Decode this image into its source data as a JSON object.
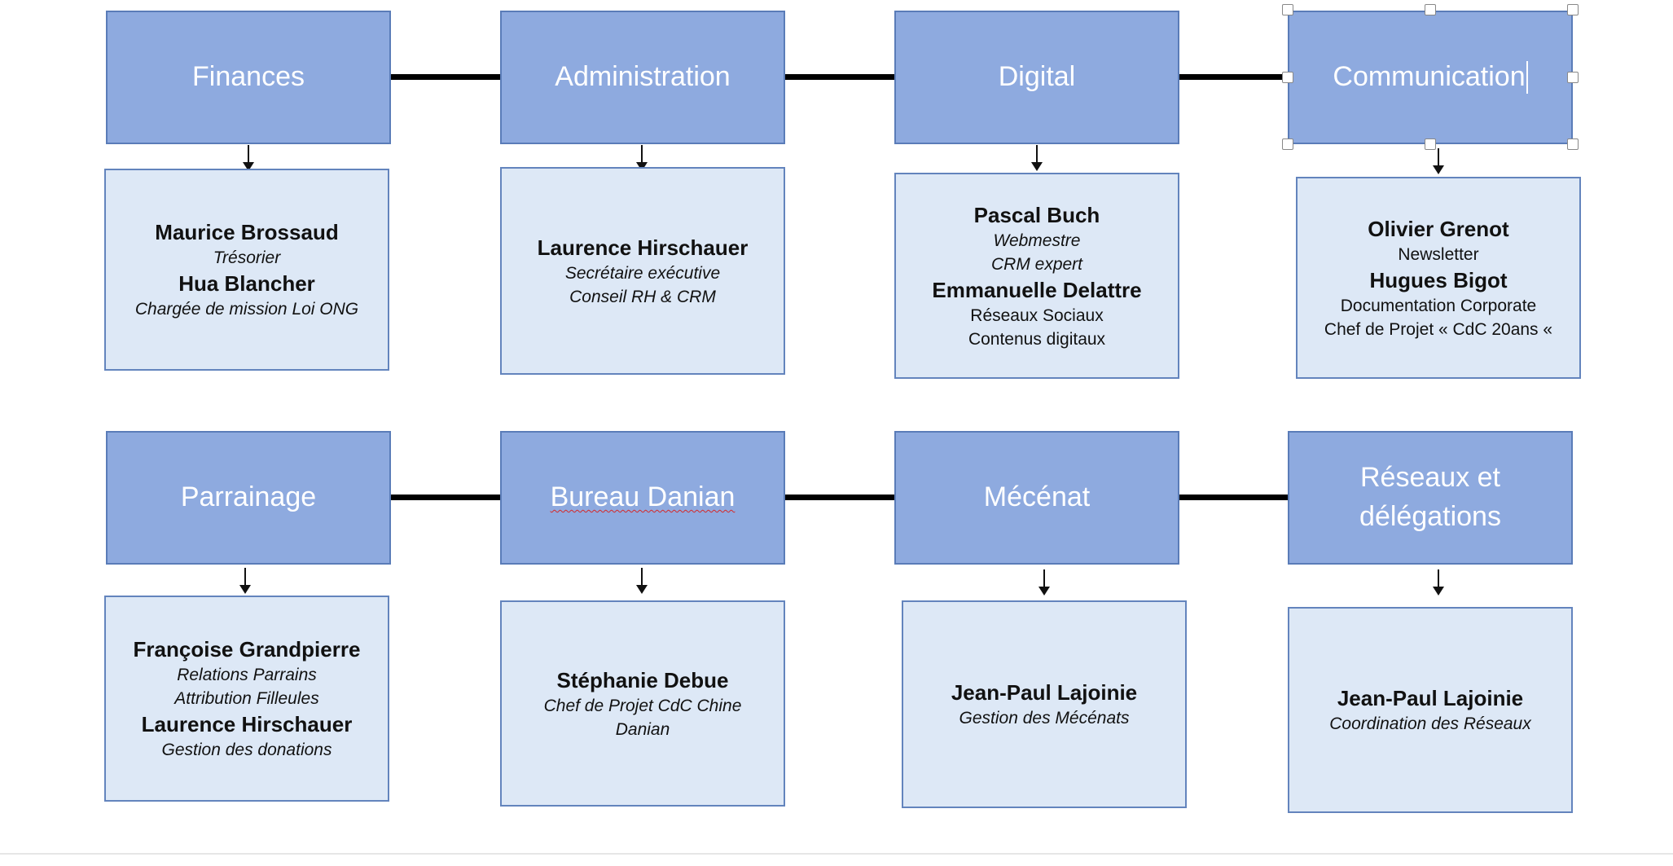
{
  "rows": [
    {
      "departments": [
        {
          "title": "Finances",
          "lines": [
            {
              "text": "Maurice Brossaud",
              "kind": "name"
            },
            {
              "text": "Trésorier",
              "kind": "role-italic"
            },
            {
              "text": "Hua Blancher",
              "kind": "name"
            },
            {
              "text": "Chargée de mission Loi ONG",
              "kind": "role-italic"
            }
          ]
        },
        {
          "title": "Administration",
          "lines": [
            {
              "text": "Laurence Hirschauer",
              "kind": "name"
            },
            {
              "text": "Secrétaire exécutive",
              "kind": "role-italic"
            },
            {
              "text": "Conseil RH & CRM",
              "kind": "role-italic"
            }
          ]
        },
        {
          "title": "Digital",
          "lines": [
            {
              "text": "Pascal Buch",
              "kind": "name"
            },
            {
              "text": "Webmestre",
              "kind": "role-italic"
            },
            {
              "text": "CRM expert",
              "kind": "role-italic"
            },
            {
              "text": "Emmanuelle Delattre",
              "kind": "name"
            },
            {
              "text": "Réseaux Sociaux",
              "kind": "role"
            },
            {
              "text": "Contenus digitaux",
              "kind": "role"
            }
          ]
        },
        {
          "title": "Communication",
          "lines": [
            {
              "text": "Olivier Grenot",
              "kind": "name"
            },
            {
              "text": "Newsletter",
              "kind": "role"
            },
            {
              "text": "Hugues Bigot",
              "kind": "name"
            },
            {
              "text": "Documentation Corporate",
              "kind": "role"
            },
            {
              "text": "Chef de Projet « CdC 20ans «",
              "kind": "role"
            }
          ]
        }
      ]
    },
    {
      "departments": [
        {
          "title": "Parrainage",
          "lines": [
            {
              "text": "Françoise Grandpierre",
              "kind": "name"
            },
            {
              "text": "Relations Parrains",
              "kind": "role-italic"
            },
            {
              "text": "Attribution Filleules",
              "kind": "role-italic"
            },
            {
              "text": "Laurence Hirschauer",
              "kind": "name"
            },
            {
              "text": "Gestion des donations",
              "kind": "role-italic"
            }
          ]
        },
        {
          "title": "Bureau Danian",
          "lines": [
            {
              "text": "Stéphanie Debue",
              "kind": "name"
            },
            {
              "text": "Chef de Projet CdC Chine",
              "kind": "role-italic"
            },
            {
              "text": "Danian",
              "kind": "role-italic"
            }
          ]
        },
        {
          "title": "Mécénat",
          "lines": [
            {
              "text": "Jean-Paul Lajoinie",
              "kind": "name"
            },
            {
              "text": "Gestion des Mécénats",
              "kind": "role-italic"
            }
          ]
        },
        {
          "title": "Réseaux et délégations",
          "lines": [
            {
              "text": "Jean-Paul Lajoinie",
              "kind": "name"
            },
            {
              "text": "Coordination des Réseaux",
              "kind": "role-italic"
            }
          ]
        }
      ]
    }
  ],
  "colors": {
    "header_fill": "#8eaadf",
    "header_border": "#5a7cb8",
    "detail_fill": "#dde8f6",
    "detail_border": "#6384bd",
    "connector": "#000000"
  },
  "selected_box": "Communication"
}
